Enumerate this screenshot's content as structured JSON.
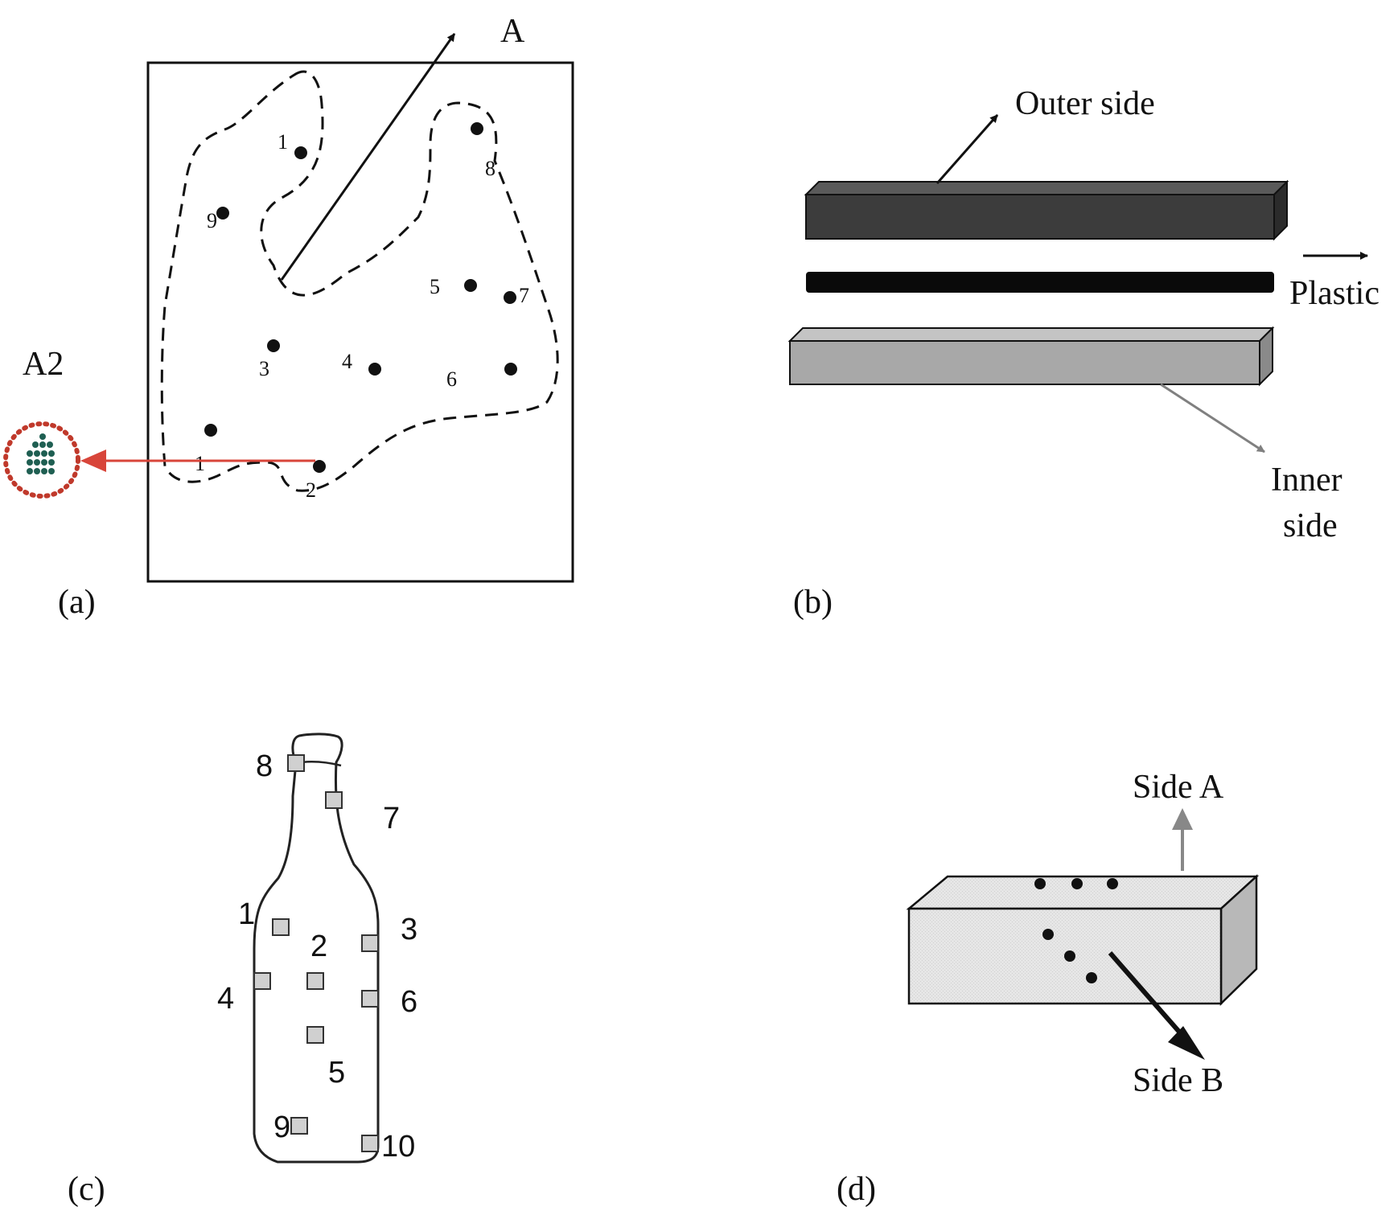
{
  "panels": {
    "a": {
      "caption": "(a)",
      "label_A": "A",
      "label_A2": "A2",
      "point_labels": [
        "1",
        "2",
        "3",
        "4",
        "5",
        "6",
        "7",
        "8",
        "9",
        "1"
      ]
    },
    "b": {
      "caption": "(b)",
      "outer_side": "Outer side",
      "plastic": "Plastic",
      "inner_side_line1": "Inner",
      "inner_side_line2": "side"
    },
    "c": {
      "caption": "(c)",
      "point_labels": [
        "1",
        "2",
        "3",
        "4",
        "5",
        "6",
        "7",
        "8",
        "9",
        "10"
      ]
    },
    "d": {
      "caption": "(d)",
      "side_a": "Side A",
      "side_b": "Side B"
    }
  },
  "colors": {
    "ink": "#111111",
    "bar_dark": "#3c3c3c",
    "bar_black": "#0a0a0a",
    "bar_gray": "#a8a8a8",
    "red_arrow": "#d8453a",
    "red_dots": "#c0392b",
    "dot_cluster": "#1f5f52",
    "square_fill": "#d0d0d0",
    "box_fill": "#e4e4e4"
  }
}
